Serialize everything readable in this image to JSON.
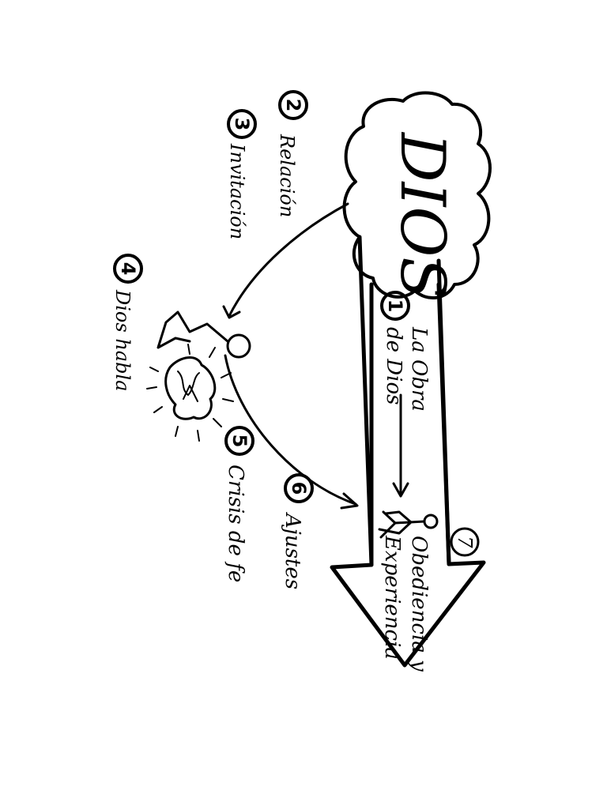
{
  "diagram": {
    "god_label": "DIOS",
    "steps": [
      {
        "number": "1",
        "label_line1": "La Obra",
        "label_line2": "de Dios"
      },
      {
        "number": "2",
        "label": "Relación"
      },
      {
        "number": "3",
        "label": "Invitación"
      },
      {
        "number": "4",
        "label": "Dios habla"
      },
      {
        "number": "5",
        "label": "Crisis de fe"
      },
      {
        "number": "6",
        "label": "Ajustes"
      },
      {
        "number": "7",
        "label_line1": "Obediencia y",
        "label_line2": "Experiencia"
      }
    ]
  }
}
